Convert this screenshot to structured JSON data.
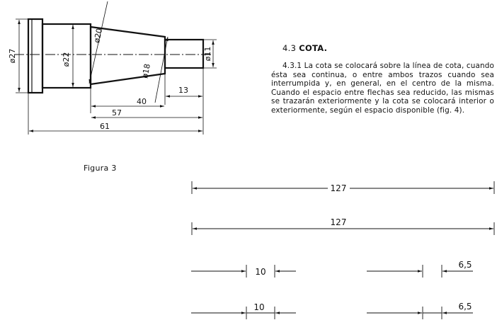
{
  "section": {
    "number": "4.3",
    "title": "COTA.",
    "paragraph": "4.3.1 La cota se colocará sobre la línea de cota, cuando ésta sea continua, o entre ambos trazos cuando sea interrumpida y, en general, en el centro de la misma. Cuando el espacio entre flechas sea reducido, las mismas se trazarán exteriormente y la cota se colocará interior o exteriormente, según el espacio disponible (fig. 4)."
  },
  "figure3": {
    "caption": "Figura 3",
    "diameters": [
      "ø27",
      "ø22",
      "ø20",
      "ø18",
      "ø11"
    ],
    "lengths": [
      "40",
      "13",
      "57",
      "61"
    ]
  },
  "figure4": {
    "long_dim_interrupted": "127",
    "long_dim_continuous": "127",
    "short_dim_a_interrupted": "10",
    "short_dim_b_interrupted": "6,5",
    "short_dim_a_continuous": "10",
    "short_dim_b_continuous": "6,5"
  }
}
